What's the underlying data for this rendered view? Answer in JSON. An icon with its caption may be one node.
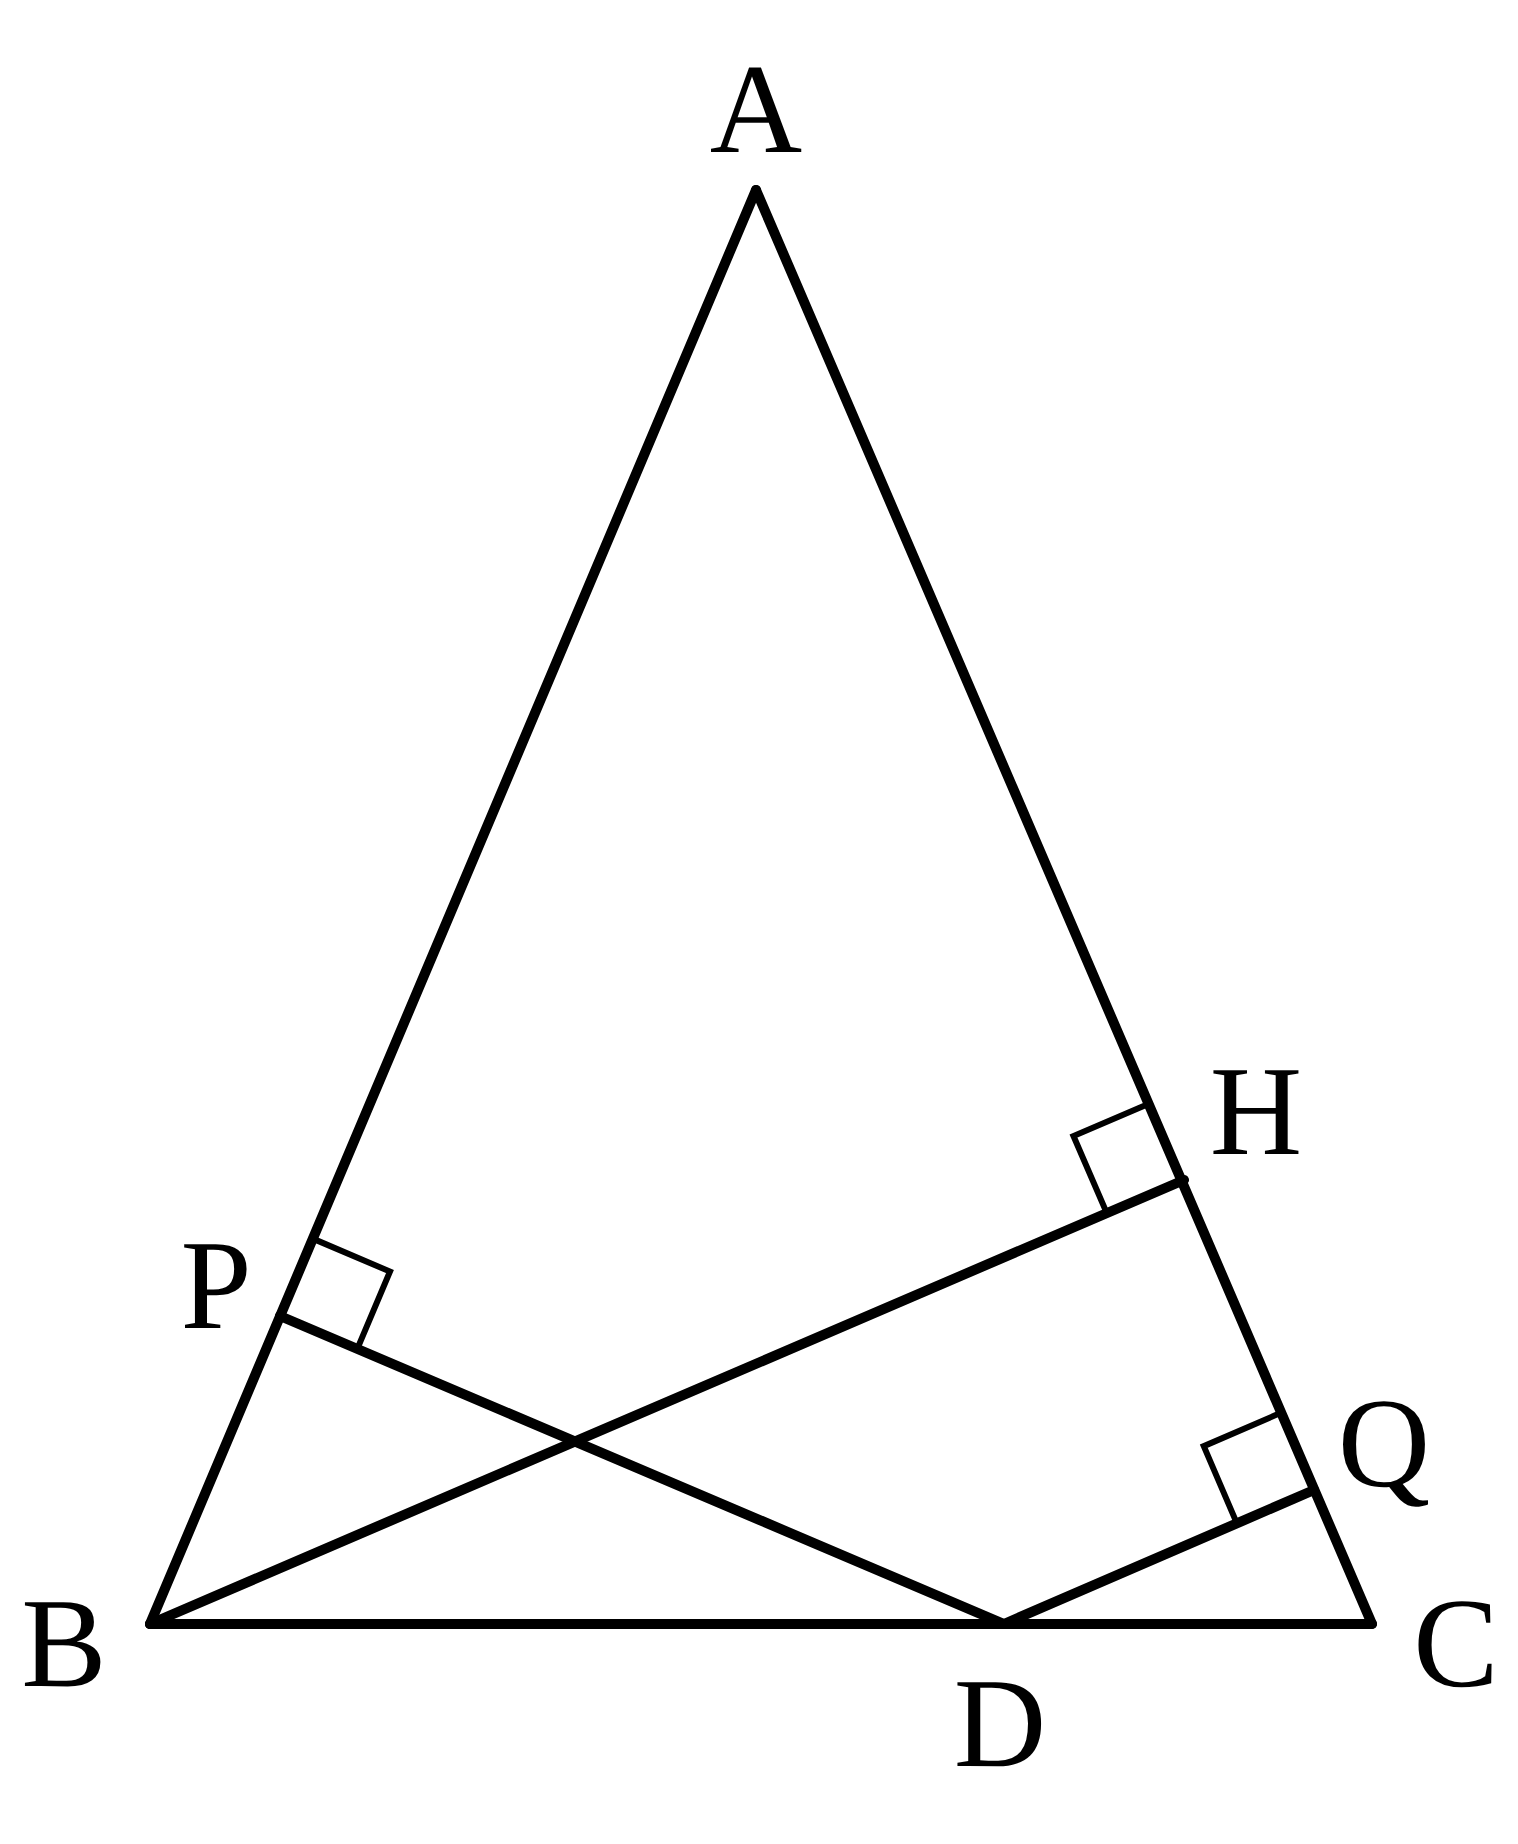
{
  "diagram": {
    "nodes": [
      {
        "text": [
          "A"
        ]
      },
      {
        "text": [
          "P"
        ]
      },
      {
        "text": [
          "H"
        ]
      },
      {
        "text": [
          "Q"
        ]
      },
      {
        "text": [
          "B"
        ]
      },
      {
        "text": [
          "D"
        ]
      },
      {
        "text": [
          "C"
        ]
      }
    ],
    "edges": [
      {
        "from": 0,
        "to": 4,
        "arrow": "none"
      },
      {
        "from": 0,
        "to": 6,
        "arrow": "none"
      },
      {
        "from": 4,
        "to": 6,
        "arrow": "none"
      },
      {
        "from": 4,
        "to": 2,
        "arrow": "none"
      },
      {
        "from": 5,
        "to": 1,
        "arrow": "none"
      },
      {
        "from": 5,
        "to": 3,
        "arrow": "none"
      }
    ]
  }
}
